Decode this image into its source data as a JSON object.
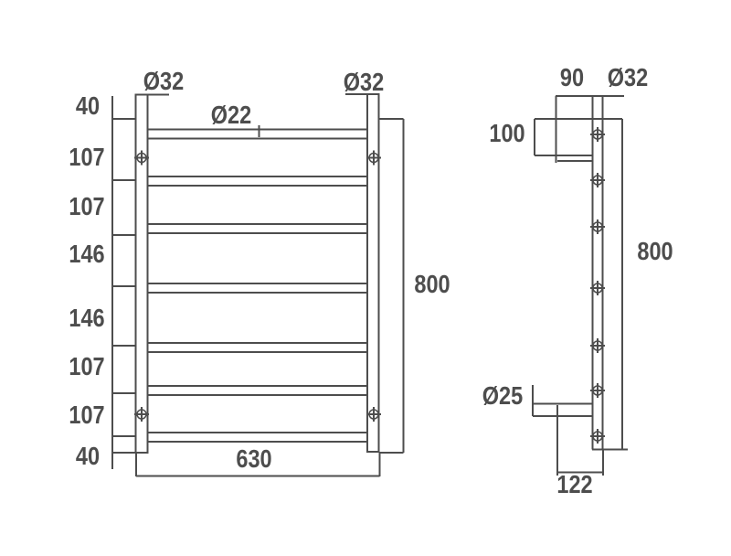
{
  "drawing": {
    "type": "technical-dimension-drawing",
    "front_view": {
      "left_dims": [
        "40",
        "107",
        "107",
        "146",
        "146",
        "107",
        "107",
        "40"
      ],
      "rail_diameter_left": "Ø32",
      "bar_diameter": "Ø22",
      "rail_diameter_right": "Ø32",
      "total_height": "800",
      "total_width": "630",
      "bar_count": 7,
      "screw_count": 4
    },
    "side_view": {
      "top_depth": "90",
      "rail_diameter": "Ø32",
      "bracket_height": "100",
      "total_height": "800",
      "pipe_diameter": "Ø25",
      "base_depth": "122",
      "screw_count": 7
    },
    "colors": {
      "line": "#4d4d4d",
      "text": "#4d4d4d",
      "background": "#ffffff"
    }
  }
}
